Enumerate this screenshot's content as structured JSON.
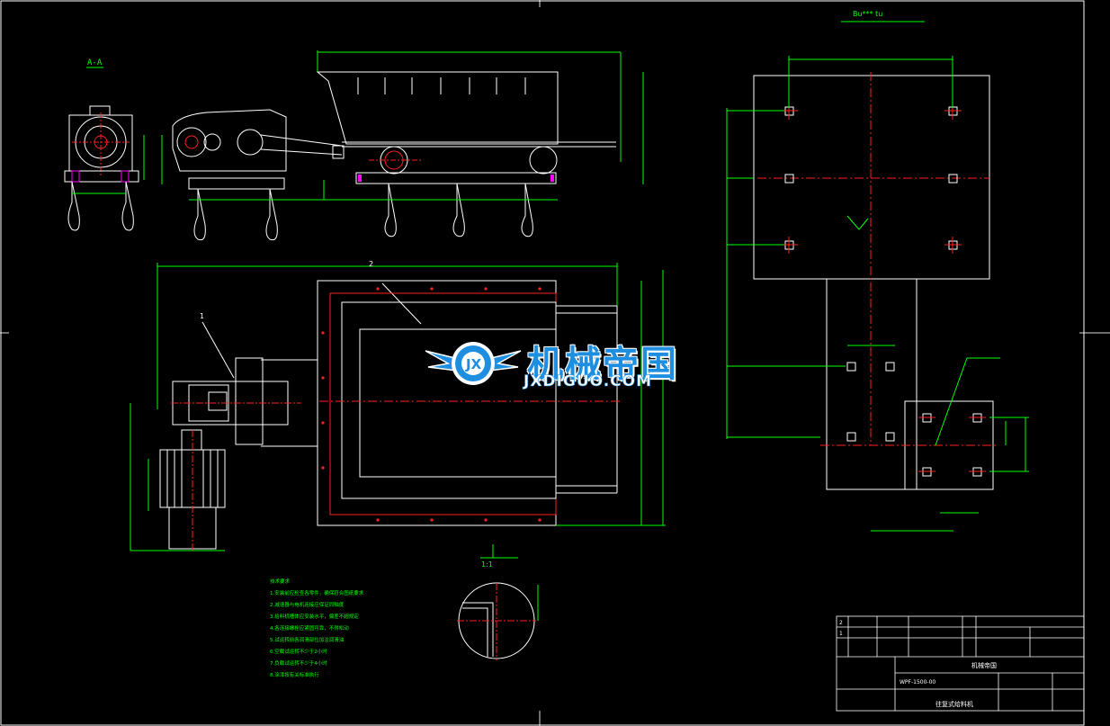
{
  "drawing": {
    "section_label": "A-A",
    "scale_label": "1:1",
    "part_callouts": [
      "1",
      "2"
    ],
    "top_right_note": "Bu*** tu"
  },
  "watermark": {
    "cn": "机械帝国",
    "en": "JXDIGUO.COM"
  },
  "notes": {
    "lines": [
      "技术要求",
      "1.安装前应检查各零件，确保符合图纸要求",
      "2.减速器与电机连接应保证同轴度",
      "3.给料机槽体应安装水平，偏差不超规定",
      "4.各连接螺栓应紧固可靠，不得松动",
      "5.试运转前各润滑部位加注润滑油",
      "6.空载试运转不少于2小时",
      "7.负载试运转不少于4小时",
      "8.涂漆按有关标准执行"
    ]
  },
  "title_block": {
    "rows": [
      "2",
      "1"
    ],
    "drawing_no": "WPF-1500-00",
    "title": "往复式给料机",
    "company": "机械帝国"
  },
  "colors": {
    "background": "#000000",
    "outline": "#ffffff",
    "dimension": "#00ff00",
    "centerline": "#ff2020",
    "accent": "#ff00ff",
    "watermark_blue": "#1e8ee0"
  }
}
